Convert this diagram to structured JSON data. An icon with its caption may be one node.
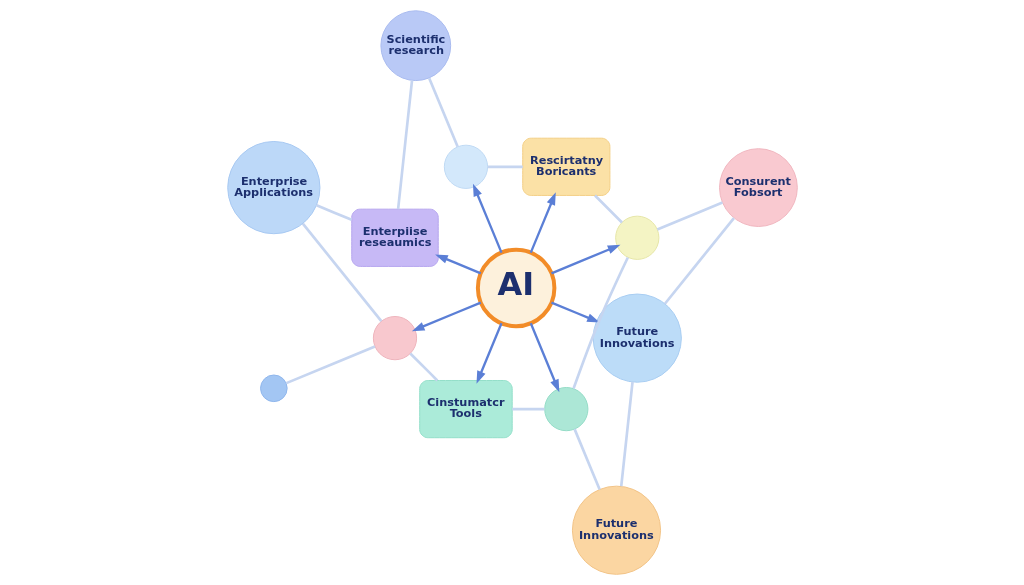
{
  "diagram": {
    "nodes": [
      {
        "text": [
          "Rescirtatny Boricants"
        ]
      },
      {
        "text": [
          "Scientific research"
        ]
      },
      {
        "text": [
          "Consurent Fobsort"
        ]
      },
      {
        "text": [],
        "shape": "circle"
      },
      {
        "text": [],
        "shape": "circle"
      },
      {
        "text": [],
        "shape": "circle"
      },
      {
        "text": [
          "Enterpiise reseaumics"
        ]
      },
      {
        "text": [
          "AI"
        ]
      },
      {
        "text": [
          "Future Innovations"
        ]
      },
      {
        "text": [],
        "shape": "circle"
      },
      {
        "text": [],
        "shape": "circle"
      },
      {
        "text": [
          "Enterprise Applications"
        ]
      },
      {
        "text": [
          "Cinstumatcr Tools"
        ]
      },
      {
        "text": [
          "Future Innovations"
        ]
      }
    ],
    "edges": [
      {
        "from": 7,
        "to": 0,
        "arrow": "to",
        "color": "#5b7fd6"
      },
      {
        "from": 7,
        "to": 4,
        "arrow": "to",
        "color": "#5b7fd6"
      },
      {
        "from": 7,
        "to": 8,
        "arrow": "to",
        "color": "#5b7fd6"
      },
      {
        "from": 7,
        "to": 10,
        "arrow": "to",
        "color": "#5b7fd6"
      },
      {
        "from": 7,
        "to": 12,
        "arrow": "to",
        "color": "#5b7fd6"
      },
      {
        "from": 7,
        "to": 9,
        "arrow": "to",
        "color": "#5b7fd6"
      },
      {
        "from": 7,
        "to": 6,
        "arrow": "to",
        "color": "#5b7fd6"
      },
      {
        "from": 7,
        "to": 3,
        "arrow": "to",
        "color": "#5b7fd6"
      },
      {
        "from": 0,
        "to": 4,
        "arrow": "none"
      },
      {
        "from": 4,
        "to": 2,
        "arrow": "none"
      },
      {
        "from": 2,
        "to": 8,
        "arrow": "none"
      },
      {
        "from": 8,
        "to": 13,
        "arrow": "none"
      },
      {
        "from": 13,
        "to": 10,
        "arrow": "none"
      },
      {
        "from": 4,
        "to": 10,
        "arrow": "none"
      },
      {
        "from": 10,
        "to": 12,
        "arrow": "none"
      },
      {
        "from": 12,
        "to": 9,
        "arrow": "none"
      },
      {
        "from": 9,
        "to": 11,
        "arrow": "none"
      },
      {
        "from": 11,
        "to": 6,
        "arrow": "none"
      },
      {
        "from": 6,
        "to": 1,
        "arrow": "none"
      },
      {
        "from": 1,
        "to": 3,
        "arrow": "none"
      },
      {
        "from": 3,
        "to": 0,
        "arrow": "none"
      },
      {
        "from": 5,
        "to": 9,
        "arrow": "none"
      }
    ]
  }
}
